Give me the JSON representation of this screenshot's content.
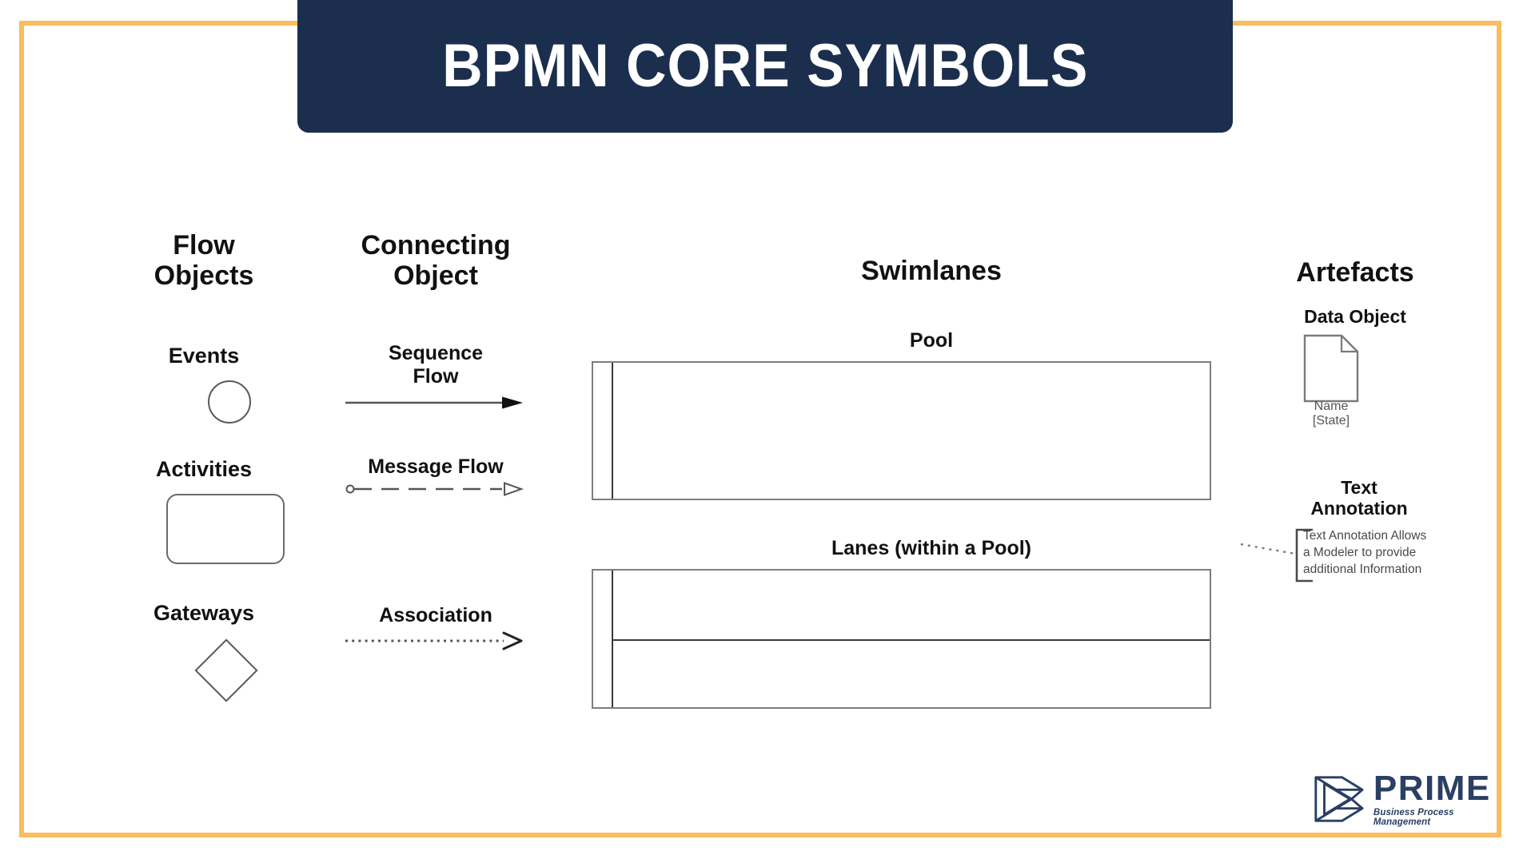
{
  "slide": {
    "title": "BPMN CORE SYMBOLS",
    "frame_color": "#f9bc5e",
    "banner_color": "#1b2e4d"
  },
  "columns": {
    "flow_objects": {
      "title": "Flow\nObjects",
      "title_line1": "Flow",
      "title_line2": "Objects",
      "items": [
        {
          "label": "Events",
          "symbol": "circle-icon"
        },
        {
          "label": "Activities",
          "symbol": "rounded-rectangle-icon"
        },
        {
          "label": "Gateways",
          "symbol": "diamond-icon"
        }
      ]
    },
    "connecting_object": {
      "title_line1": "Connecting",
      "title_line2": "Object",
      "items": [
        {
          "label_line1": "Sequence",
          "label_line2": "Flow",
          "symbol": "solid-arrow-icon"
        },
        {
          "label_line1": "Message Flow",
          "label_line2": "",
          "symbol": "dashed-open-arrow-icon"
        },
        {
          "label_line1": "Association",
          "label_line2": "",
          "symbol": "dotted-line-arrow-icon"
        }
      ]
    },
    "swimlanes": {
      "title": "Swimlanes",
      "pool_label": "Pool",
      "lanes_label": "Lanes (within a Pool)"
    },
    "artefacts": {
      "title": "Artefacts",
      "data_object": {
        "label": "Data Object",
        "symbol": "document-page-icon",
        "caption_line1": "Name",
        "caption_line2": "[State]"
      },
      "text_annotation": {
        "label_line1": "Text",
        "label_line2": "Annotation",
        "symbol": "bracket-annotation-icon",
        "body_line1": "Text Annotation Allows",
        "body_line2": "a Modeler to provide",
        "body_line3": "additional Information"
      }
    }
  },
  "logo": {
    "name": "PRIME",
    "tagline": "Business Process Management",
    "mark": "prime-triangle-icon",
    "color": "#2a3f63"
  }
}
